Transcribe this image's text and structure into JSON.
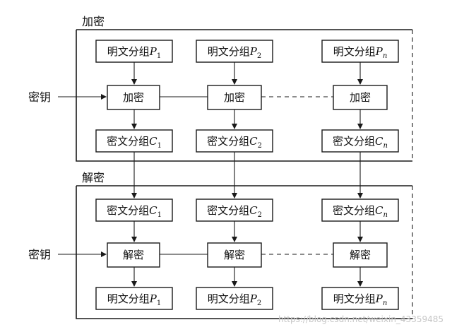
{
  "encrypt_section": {
    "title": "加密",
    "key_label": "密钥",
    "op_label": "加密",
    "top_row": [
      {
        "prefix": "明文分组",
        "var": "P",
        "sub": "1"
      },
      {
        "prefix": "明文分组",
        "var": "P",
        "sub": "2"
      },
      {
        "prefix": "明文分组",
        "var": "P",
        "sub": "n"
      }
    ],
    "bottom_row": [
      {
        "prefix": "密文分组",
        "var": "C",
        "sub": "1"
      },
      {
        "prefix": "密文分组",
        "var": "C",
        "sub": "2"
      },
      {
        "prefix": "密文分组",
        "var": "C",
        "sub": "n"
      }
    ]
  },
  "decrypt_section": {
    "title": "解密",
    "key_label": "密钥",
    "op_label": "解密",
    "top_row": [
      {
        "prefix": "密文分组",
        "var": "C",
        "sub": "1"
      },
      {
        "prefix": "密文分组",
        "var": "C",
        "sub": "2"
      },
      {
        "prefix": "密文分组",
        "var": "C",
        "sub": "n"
      }
    ],
    "bottom_row": [
      {
        "prefix": "明文分组",
        "var": "P",
        "sub": "1"
      },
      {
        "prefix": "明文分组",
        "var": "P",
        "sub": "2"
      },
      {
        "prefix": "明文分组",
        "var": "P",
        "sub": "n"
      }
    ]
  },
  "watermark": "https://blog.csdn.net/weixin_43359485"
}
